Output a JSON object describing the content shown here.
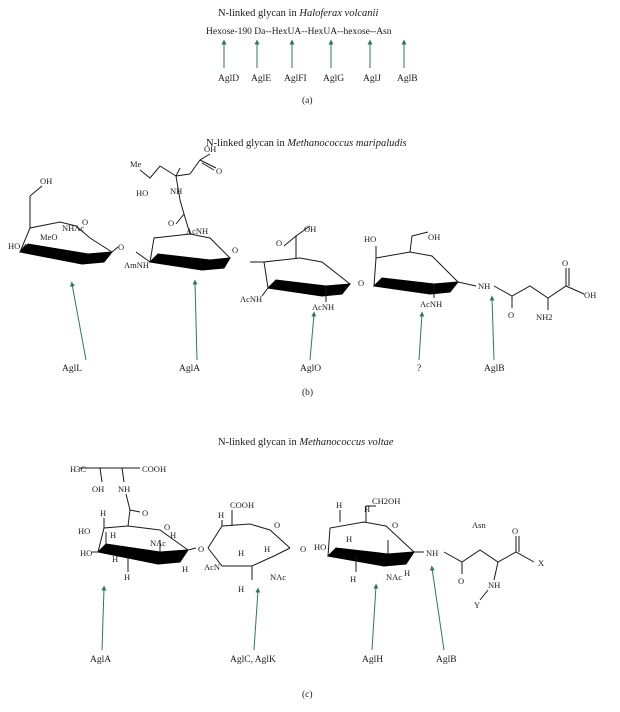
{
  "panel_a": {
    "title_prefix": "N-linked glycan in ",
    "title_species": "Haloferax volcanii",
    "sequence": [
      "Hexose-",
      "190 Da-",
      "-HexUA-",
      "-HexUA-",
      "-hexose-",
      "-Asn"
    ],
    "enzymes": [
      "AglD",
      "AglE",
      "AglFI",
      "AglG",
      "AglJ",
      "AglB"
    ],
    "caption": "(a)"
  },
  "panel_b": {
    "title_prefix": "N-linked glycan in ",
    "title_species": "Methanococcus maripaludis",
    "enzymes": [
      "AglL",
      "AglA",
      "AglO",
      "?",
      "AglB"
    ],
    "caption": "(b)",
    "atoms": {
      "oh1": "OH",
      "oh2": "OH",
      "me": "Me",
      "ho1": "HO",
      "nh1": "NH",
      "ho2": "HO",
      "meo": "MeO",
      "nhac1": "NHAc",
      "o1": "O",
      "o2": "O",
      "acnh1": "AcNH",
      "amnh": "AmNH",
      "oh3": "OH",
      "o3": "O",
      "o4": "O",
      "acnh2": "AcNH",
      "acnh3": "AcNH",
      "ho3": "HO",
      "oh4": "OH",
      "o5": "O",
      "acnh4": "AcNH",
      "nh2": "NH",
      "o6": "O",
      "o7": "O",
      "oh5": "OH",
      "nh2b": "NH2"
    }
  },
  "panel_c": {
    "title_prefix": "N-linked glycan in ",
    "title_species": "Methanococcus voltae",
    "enzymes": [
      "AglA",
      "AglC, AglK",
      "AglH",
      "AglB"
    ],
    "caption": "(c)",
    "atoms": {
      "h3c": "H3C",
      "cooh1": "COOH",
      "oh1": "OH",
      "nh1": "NH",
      "o1": "O",
      "h1": "H",
      "ho1": "HO",
      "h2": "H",
      "h3": "H",
      "ho2": "HO",
      "h4": "H",
      "h5": "H",
      "nac1": "NAc",
      "o2": "O",
      "h6": "H",
      "h7": "H",
      "cooh2": "COOH",
      "acn": "AcN",
      "h8": "H",
      "o3": "O",
      "h9": "H",
      "h10": "H",
      "nac2": "NAc",
      "o4": "O",
      "h11": "H",
      "h12": "H",
      "ch2oh": "CH2OH",
      "ho3": "HO",
      "h13": "H",
      "h14": "H",
      "nac3": "NAc",
      "h15": "H",
      "o5": "O",
      "nh2": "NH",
      "asn": "Asn",
      "o6": "O",
      "o7": "O",
      "x": "X",
      "nh3": "NH",
      "y": "Y"
    }
  }
}
